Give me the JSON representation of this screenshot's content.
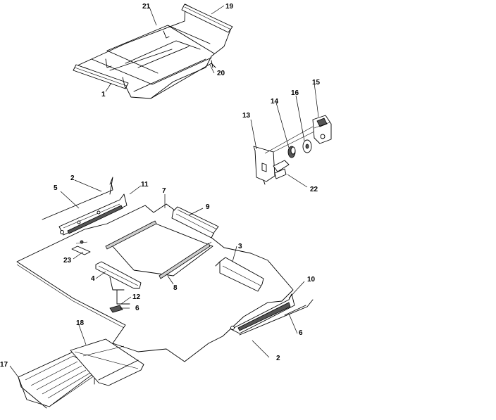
{
  "callouts": {
    "c1": "1",
    "c2a": "2",
    "c2b": "2",
    "c3": "3",
    "c4": "4",
    "c5": "5",
    "c6a": "6",
    "c6b": "6",
    "c7": "7",
    "c8": "8",
    "c9": "9",
    "c10": "10",
    "c11": "11",
    "c12": "12",
    "c13": "13",
    "c14": "14",
    "c15": "15",
    "c16": "16",
    "c17": "17",
    "c18": "18",
    "c19": "19",
    "c20": "20",
    "c21": "21",
    "c22": "22",
    "c23": "23"
  }
}
